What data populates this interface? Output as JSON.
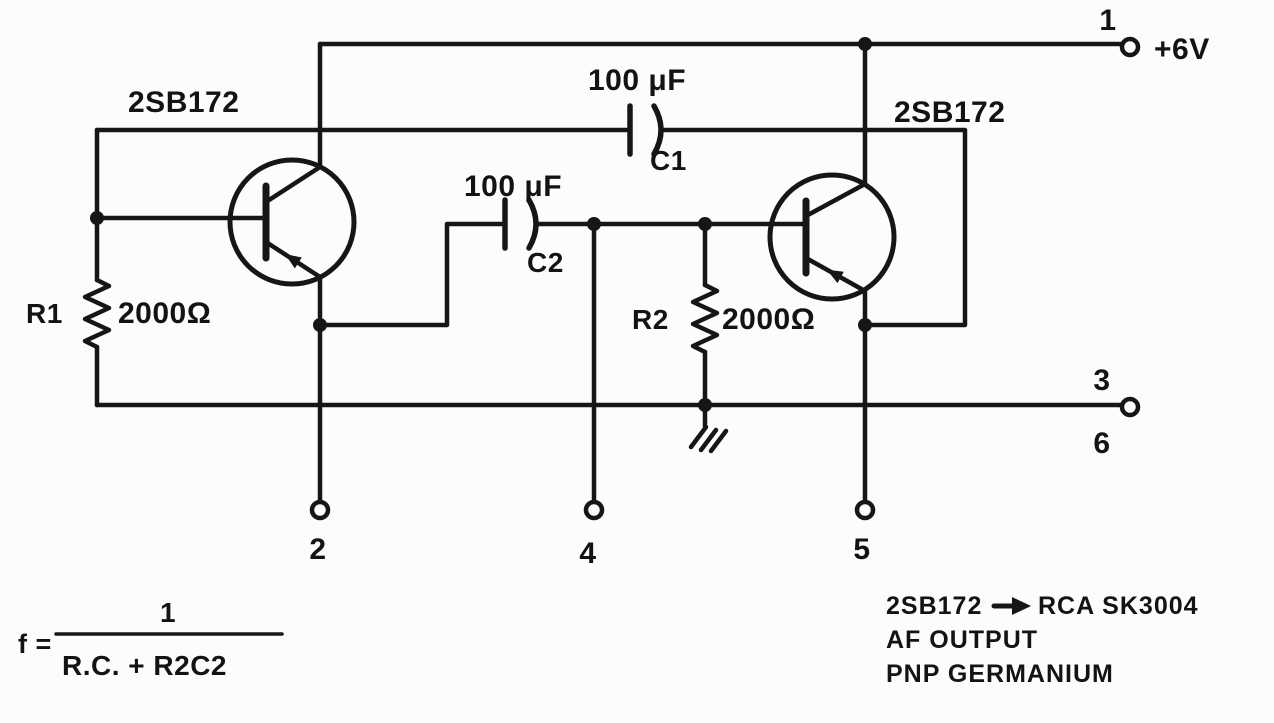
{
  "diagram": {
    "q1_label": "2SB172",
    "q2_label": "2SB172",
    "c1_value": "100 μF",
    "c1_name": "C1",
    "c2_value": "100 μF",
    "c2_name": "C2",
    "r1_name": "R1",
    "r1_value": "2000Ω",
    "r2_name": "R2",
    "r2_value": "2000Ω",
    "supply_label": "+6V",
    "terminal_1": "1",
    "terminal_2": "2",
    "terminal_3": "3",
    "terminal_4": "4",
    "terminal_5": "5",
    "terminal_6": "6",
    "formula_lhs": "f =",
    "formula_numerator": "1",
    "formula_denominator": "R.C. + R2C2",
    "note_part": "2SB172",
    "note_equivalent": "RCA SK3004",
    "note_line2": "AF OUTPUT",
    "note_line3": "PNP GERMANIUM",
    "ink_color": "#161616"
  }
}
